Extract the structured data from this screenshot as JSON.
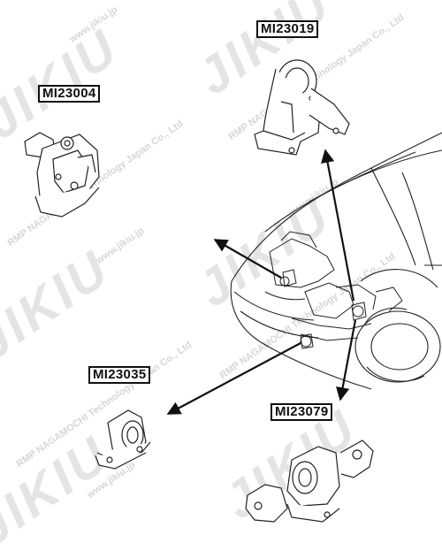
{
  "parts": {
    "p1": "MI23004",
    "p2": "MI23019",
    "p3": "MI23035",
    "p4": "MI23079"
  },
  "watermark": {
    "brand": "JIKIU",
    "company": "RMP NAGAMOCHI Technology Japan Co., Ltd",
    "website": "www.jikiu.jp"
  }
}
